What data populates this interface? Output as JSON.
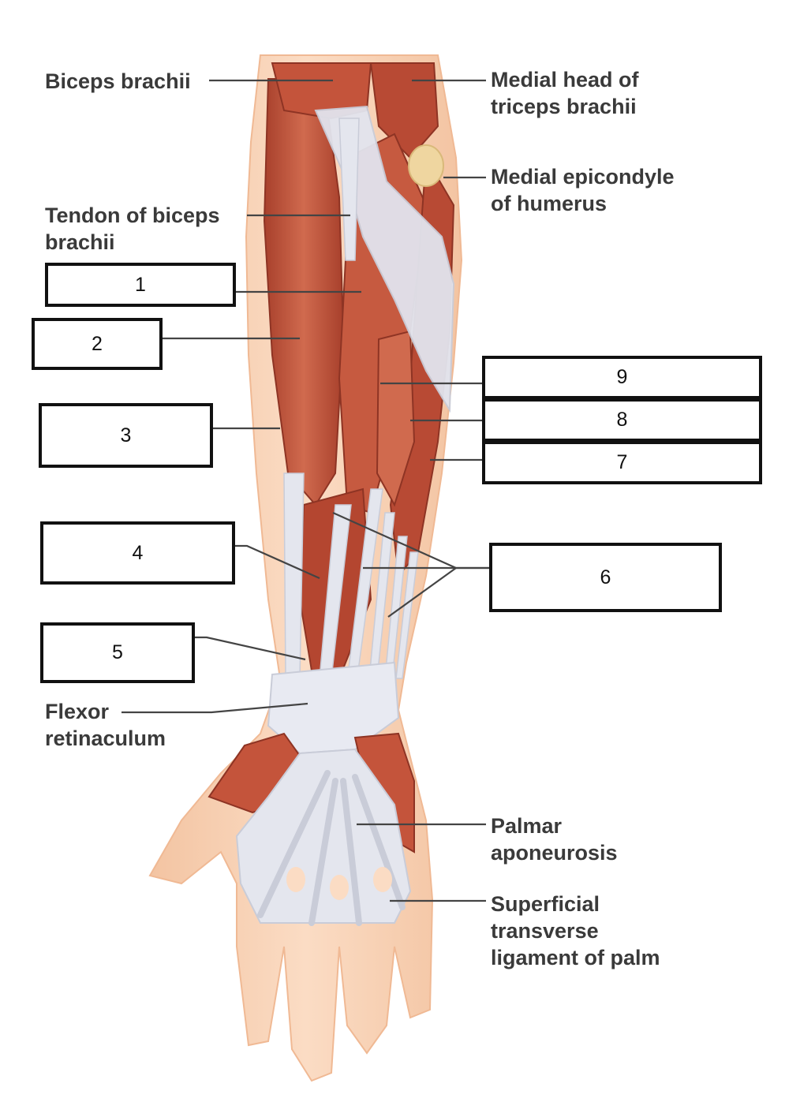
{
  "labels": {
    "biceps_brachii": "Biceps brachii",
    "medial_head_triceps_line1": "Medial head of",
    "medial_head_triceps_line2": "triceps brachii",
    "medial_epicondyle_line1": "Medial epicondyle",
    "medial_epicondyle_line2": "of humerus",
    "tendon_biceps_line1": "Tendon of biceps",
    "tendon_biceps_line2": "brachii",
    "flexor_retinaculum_line1": "Flexor",
    "flexor_retinaculum_line2": "retinaculum",
    "palmar_aponeurosis_line1": "Palmar",
    "palmar_aponeurosis_line2": "aponeurosis",
    "superficial_transverse_line1": "Superficial",
    "superficial_transverse_line2": "transverse",
    "superficial_transverse_line3": "ligament of palm"
  },
  "answer_boxes": [
    "1",
    "2",
    "3",
    "4",
    "5",
    "6",
    "7",
    "8",
    "9"
  ],
  "colors": {
    "skin": "#f7cfb0",
    "muscle": "#c4543b",
    "muscle_dark": "#9e3b28",
    "tendon": "#e4e6ee",
    "leader": "#444444",
    "box_border": "#111111"
  }
}
